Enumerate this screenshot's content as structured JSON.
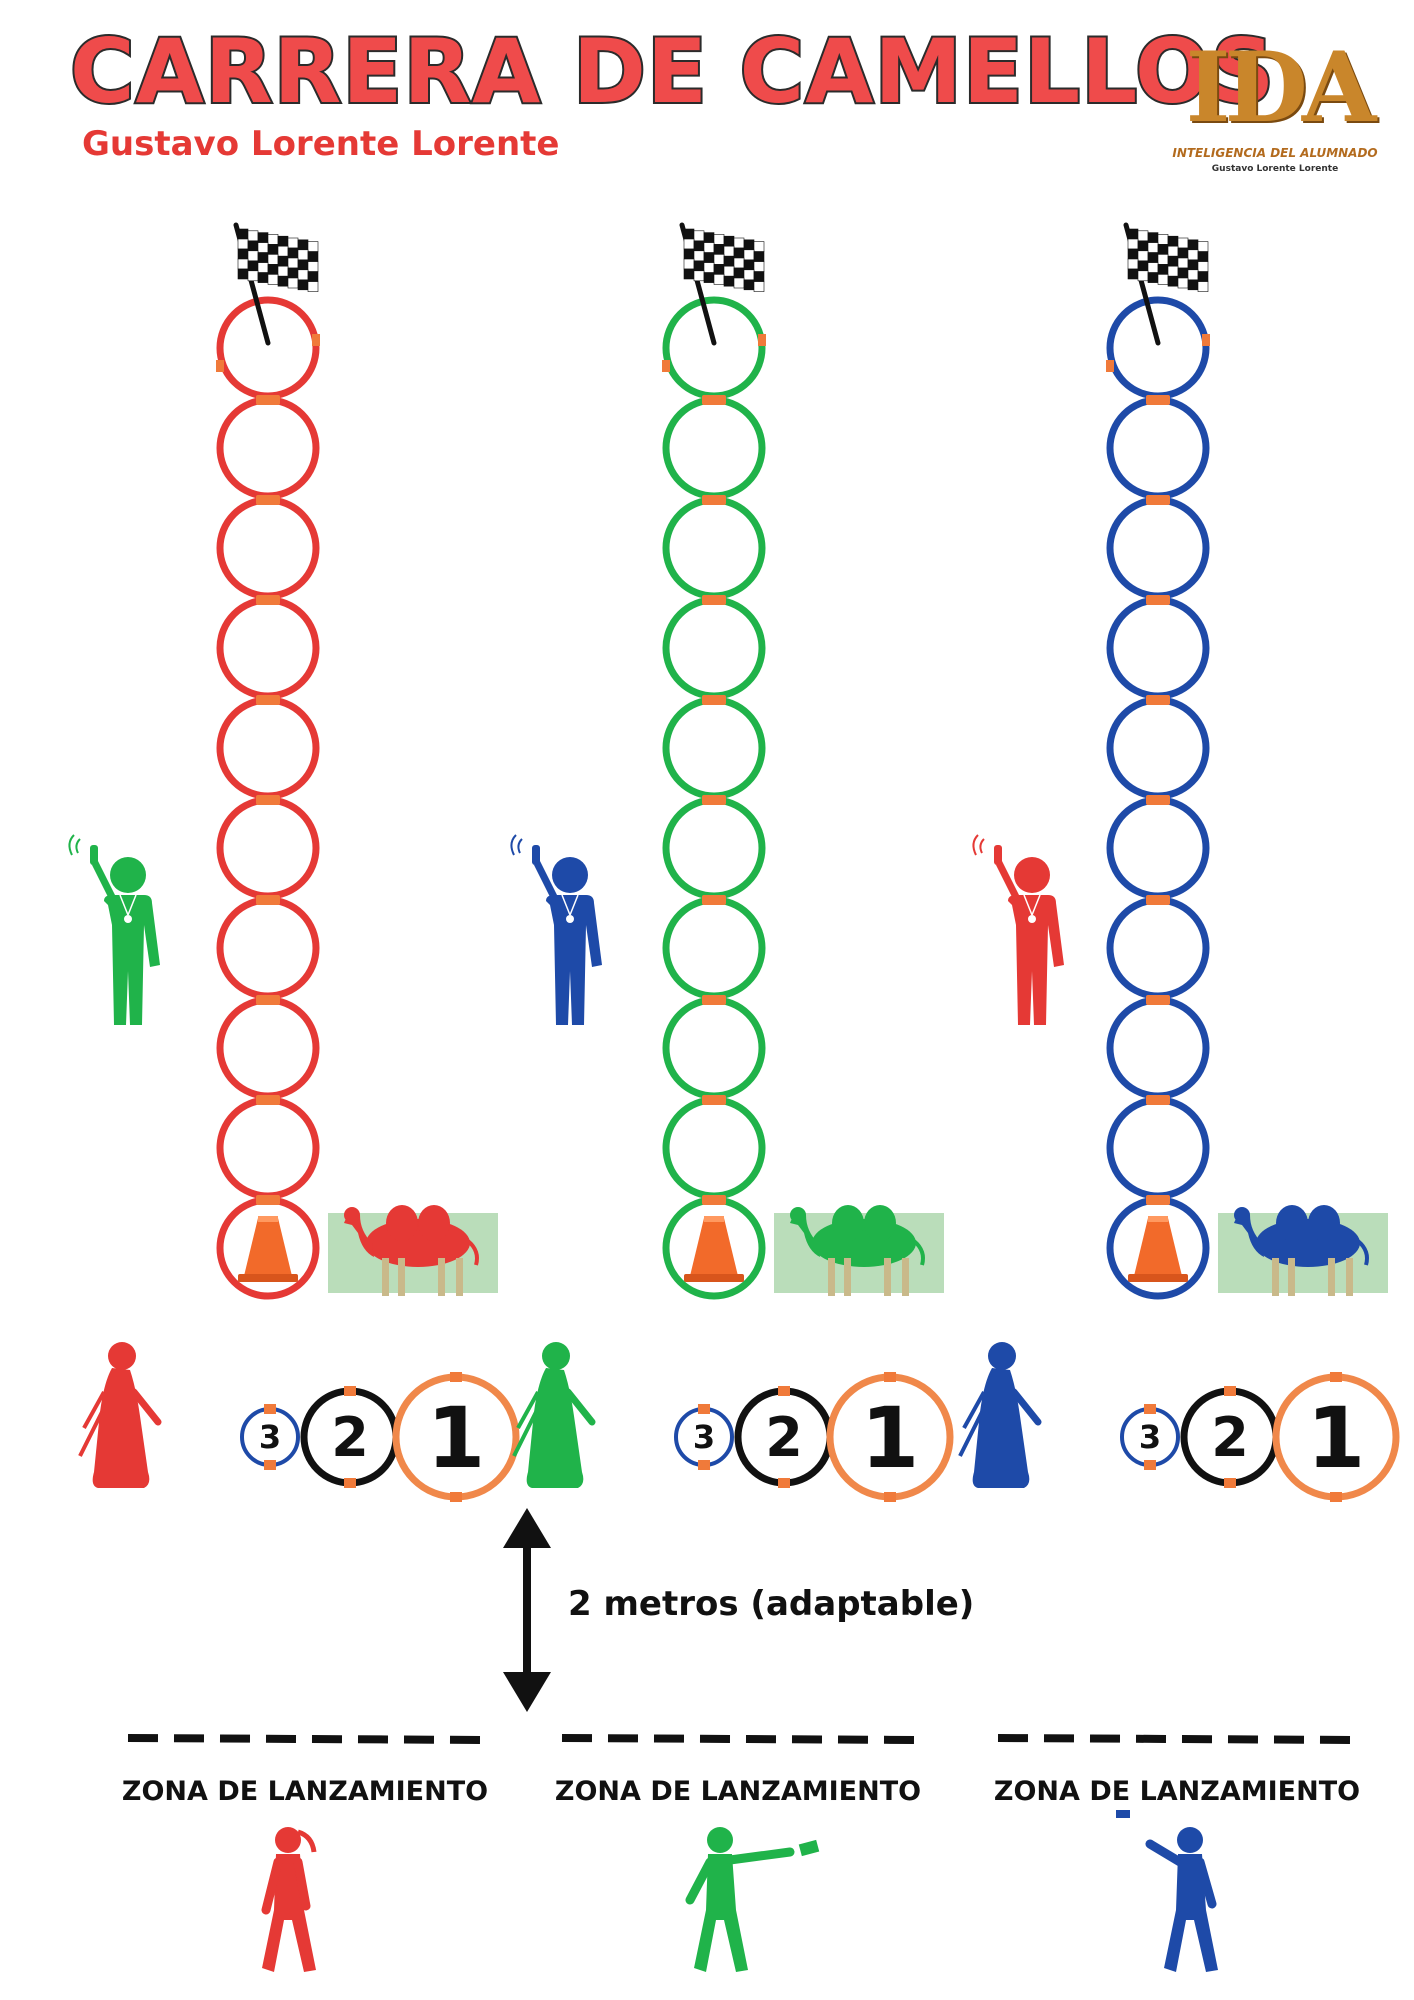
{
  "header": {
    "title": "CARRERA DE CAMELLOS",
    "subtitle": "Gustavo Lorente Lorente"
  },
  "logo": {
    "mark": "IDA",
    "line1": "INTELIGENCIA DEL ALUMNADO",
    "line2": "Gustavo Lorente Lorente"
  },
  "colors": {
    "red": "#e53935",
    "green": "#20b34a",
    "blue": "#1e4aa8",
    "orange": "#f0884a",
    "connector": "#f07a3a",
    "cone": "#f26a2a",
    "black": "#111111"
  },
  "lanes": [
    {
      "name": "red",
      "hoop_color": "red",
      "judge_color": "green",
      "camel_color": "red",
      "guide_color": "red",
      "thrower_color": "red",
      "thrower_pose": "standing"
    },
    {
      "name": "green",
      "hoop_color": "green",
      "judge_color": "blue",
      "camel_color": "green",
      "guide_color": "green",
      "thrower_color": "green",
      "thrower_pose": "throwing"
    },
    {
      "name": "blue",
      "hoop_color": "blue",
      "judge_color": "red",
      "camel_color": "blue",
      "guide_color": "blue",
      "thrower_color": "blue",
      "thrower_pose": "catching"
    }
  ],
  "track": {
    "hoop_count": 10,
    "finish_icon": "checkered-flag-icon",
    "start_icon": "cone-icon"
  },
  "score_hoops": [
    {
      "label": "3",
      "ring_color": "blue"
    },
    {
      "label": "2",
      "ring_color": "black"
    },
    {
      "label": "1",
      "ring_color": "orange"
    }
  ],
  "distance": {
    "label": "2 metros (adaptable)",
    "icon": "double-arrow-icon"
  },
  "zones": {
    "label": "ZONA DE LANZAMIENTO"
  }
}
